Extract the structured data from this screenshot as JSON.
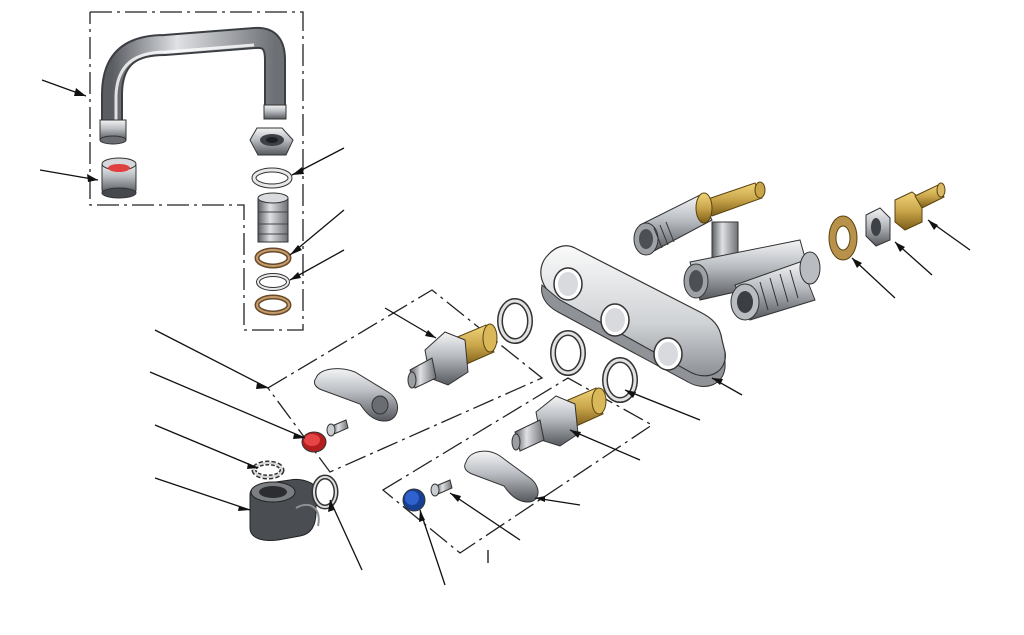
{
  "diagram": {
    "type": "exploded-parts-view",
    "subject": "faucet assembly",
    "labels_printed": false
  },
  "colors": {
    "chrome_light": "#e6e8ea",
    "chrome_mid": "#a9adb2",
    "chrome_dark": "#4b4e53",
    "brass": "#c9a54a",
    "brass_dark": "#8a6a1e",
    "red_button": "#d62a2a",
    "blue_button": "#1f4fb4",
    "line": "#222222",
    "washer_copper": "#b07a4a"
  },
  "parts": [
    {
      "id": "spout",
      "name": "spout-part"
    },
    {
      "id": "spout-tip",
      "name": "aerator-part"
    },
    {
      "id": "nut",
      "name": "spout-nut-part"
    },
    {
      "id": "spout-washer",
      "name": "spout-washer-part"
    },
    {
      "id": "spout-base",
      "name": "spout-base-part"
    },
    {
      "id": "oring-1",
      "name": "o-ring-part"
    },
    {
      "id": "oring-2",
      "name": "o-ring-part"
    },
    {
      "id": "oring-3",
      "name": "o-ring-part"
    },
    {
      "id": "body-plate",
      "name": "faucet-body-plate-part"
    },
    {
      "id": "inlet-tee",
      "name": "inlet-tee-part"
    },
    {
      "id": "hot-cartridge",
      "name": "hot-cartridge-part"
    },
    {
      "id": "cold-cartridge",
      "name": "cold-cartridge-part"
    },
    {
      "id": "hot-handle",
      "name": "hot-handle-part"
    },
    {
      "id": "cold-handle",
      "name": "cold-handle-part"
    },
    {
      "id": "red-index",
      "name": "red-index-button-part"
    },
    {
      "id": "blue-index",
      "name": "blue-index-button-part"
    },
    {
      "id": "base-elbow",
      "name": "base-elbow-part"
    },
    {
      "id": "lock-washer",
      "name": "lock-washer-part"
    },
    {
      "id": "supply-nut",
      "name": "supply-nut-part"
    },
    {
      "id": "supply-shank",
      "name": "supply-shank-part"
    }
  ]
}
